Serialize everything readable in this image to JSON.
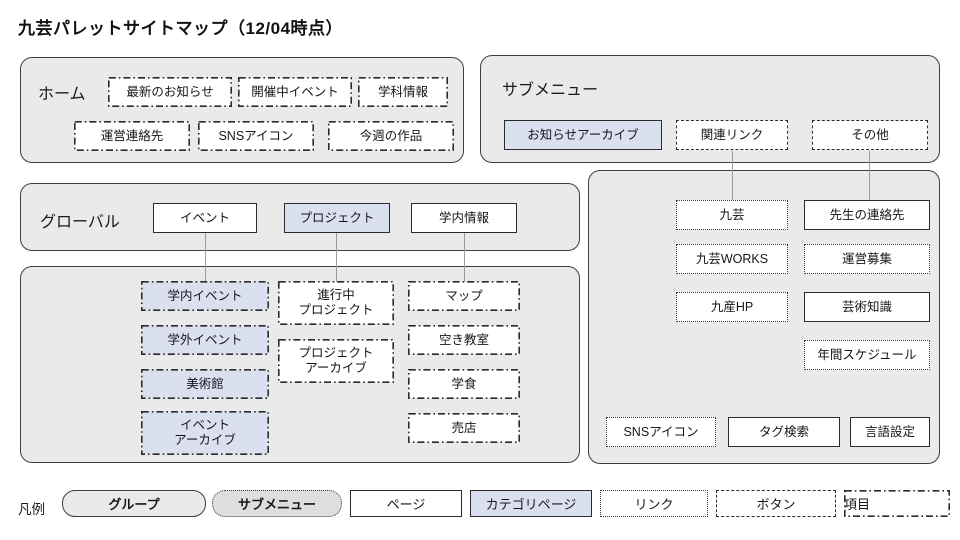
{
  "title": "九芸パレットサイトマップ（12/04時点）",
  "groups": {
    "home": {
      "label": "ホーム"
    },
    "submenu": {
      "label": "サブメニュー"
    },
    "global": {
      "label": "グローバル"
    },
    "pages": {
      "label": ""
    },
    "right": {
      "label": ""
    }
  },
  "home_items": [
    {
      "label": "最新のお知らせ",
      "type": "item"
    },
    {
      "label": "開催中イベント",
      "type": "item"
    },
    {
      "label": "学科情報",
      "type": "item"
    },
    {
      "label": "運営連絡先",
      "type": "item"
    },
    {
      "label": "SNSアイコン",
      "type": "item"
    },
    {
      "label": "今週の作品",
      "type": "item"
    }
  ],
  "submenu_items": [
    {
      "label": "お知らせアーカイブ",
      "type": "category"
    },
    {
      "label": "関連リンク",
      "type": "button"
    },
    {
      "label": "その他",
      "type": "button"
    }
  ],
  "global_items": [
    {
      "label": "イベント",
      "type": "page"
    },
    {
      "label": "プロジェクト",
      "type": "category"
    },
    {
      "label": "学内情報",
      "type": "page"
    }
  ],
  "event_column": [
    {
      "label": "学内イベント",
      "type": "item",
      "fill": "blue"
    },
    {
      "label": "学外イベント",
      "type": "item",
      "fill": "blue"
    },
    {
      "label": "美術館",
      "type": "item",
      "fill": "blue"
    },
    {
      "label": "イベント\nアーカイブ",
      "type": "item",
      "fill": "blue"
    }
  ],
  "project_column": [
    {
      "label": "進行中\nプロジェクト",
      "type": "item",
      "fill": "white"
    },
    {
      "label": "プロジェクト\nアーカイブ",
      "type": "item",
      "fill": "white"
    }
  ],
  "campus_column": [
    {
      "label": "マップ",
      "type": "item",
      "fill": "white"
    },
    {
      "label": "空き教室",
      "type": "item",
      "fill": "white"
    },
    {
      "label": "学食",
      "type": "item",
      "fill": "white"
    },
    {
      "label": "売店",
      "type": "item",
      "fill": "white"
    }
  ],
  "related_links_column": [
    {
      "label": "九芸",
      "type": "link"
    },
    {
      "label": "九芸WORKS",
      "type": "link"
    },
    {
      "label": "九産HP",
      "type": "link"
    }
  ],
  "other_column": [
    {
      "label": "先生の連絡先",
      "type": "page"
    },
    {
      "label": "運営募集",
      "type": "link"
    },
    {
      "label": "芸術知識",
      "type": "page"
    },
    {
      "label": "年間スケジュール",
      "type": "link"
    }
  ],
  "footer_items": [
    {
      "label": "SNSアイコン",
      "type": "link"
    },
    {
      "label": "タグ検索",
      "type": "page"
    },
    {
      "label": "言語設定",
      "type": "page"
    }
  ],
  "legend": {
    "label": "凡例",
    "chips": [
      {
        "label": "グループ",
        "type": "group"
      },
      {
        "label": "サブメニュー",
        "type": "submenu"
      },
      {
        "label": "ページ",
        "type": "page"
      },
      {
        "label": "カテゴリページ",
        "type": "category"
      },
      {
        "label": "リンク",
        "type": "link"
      },
      {
        "label": "ボタン",
        "type": "button"
      },
      {
        "label": "項目",
        "type": "item"
      }
    ]
  },
  "colors": {
    "group_fill": "#eaeaea",
    "category_fill": "#dbe0f1",
    "border": "#2b2b2b",
    "connector": "#9b9b9b",
    "page_fill": "#ffffff"
  }
}
